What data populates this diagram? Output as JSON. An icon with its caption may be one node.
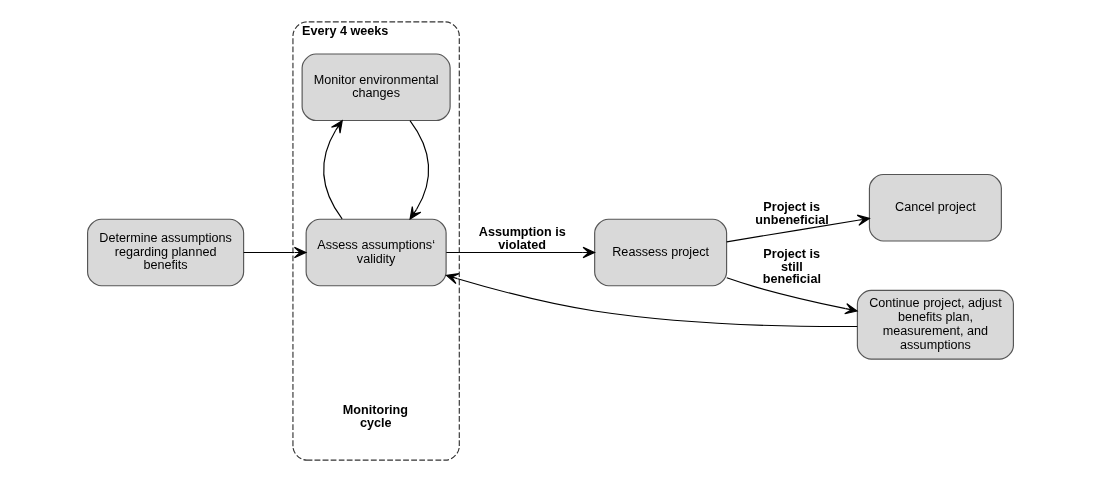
{
  "diagram": {
    "nodes": [
      {
        "text": [
          "Every 4 weeks"
        ]
      },
      {
        "text": [
          "Determine assumptions regarding planned benefits"
        ]
      },
      {
        "text": [
          "Monitor environmental changes"
        ],
        "in": 0
      },
      {
        "text": [
          "Assess assumptions‘ validity"
        ],
        "in": 0
      },
      {
        "text": [
          "Reassess project"
        ]
      },
      {
        "text": [
          "Cancel project"
        ]
      },
      {
        "text": [
          "Continue project, adjust benefits plan, measurement, and assumptions"
        ]
      }
    ],
    "edges": [
      {
        "from": 1,
        "to": 3,
        "arrow": "to"
      },
      {
        "from": 2,
        "to": 3,
        "arrow": "to"
      },
      {
        "from": 3,
        "to": 2,
        "arrow": "to"
      },
      {
        "from": 3,
        "to": 4,
        "arrow": "to",
        "label": "Assumption is violated"
      },
      {
        "from": 4,
        "to": 5,
        "arrow": "to",
        "label": "Project is unbeneficial"
      },
      {
        "from": 4,
        "to": 6,
        "arrow": "to",
        "label": "Project is still beneficial"
      },
      {
        "from": 6,
        "to": 3,
        "arrow": "to"
      }
    ],
    "labels": [
      "Monitoring cycle"
    ]
  }
}
